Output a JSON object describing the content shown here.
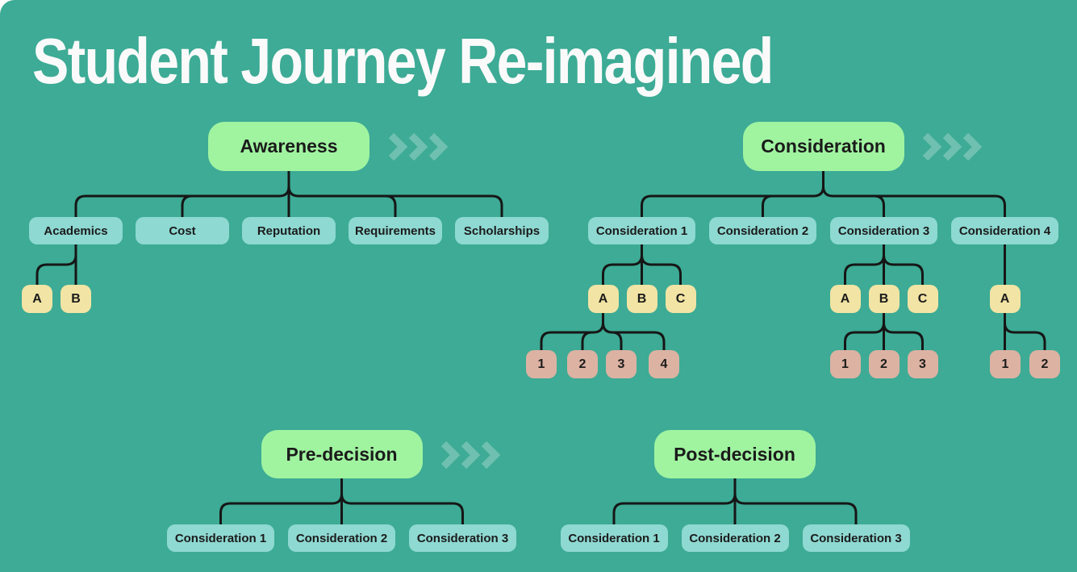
{
  "title": "Student Journey Re-imagined",
  "colors": {
    "background": "#3dab95",
    "phase_green": "#a0f4a0",
    "branch_teal": "#8ed9d2",
    "leaf_yellow": "#f2e4a4",
    "leaf_pink": "#dcb2a2",
    "line": "#161616",
    "chevron": "rgba(255,255,255,0.26)",
    "title_text": "#fafafa",
    "box_text": "#1b1b1b"
  },
  "phases": {
    "awareness": {
      "label": "Awareness",
      "children": [
        {
          "label": "Academics",
          "children": [
            {
              "label": "A"
            },
            {
              "label": "B"
            }
          ]
        },
        {
          "label": "Cost"
        },
        {
          "label": "Reputation"
        },
        {
          "label": "Requirements"
        },
        {
          "label": "Scholarships"
        }
      ]
    },
    "consideration": {
      "label": "Consideration",
      "children": [
        {
          "label": "Consideration 1",
          "children": [
            {
              "label": "A",
              "children": [
                {
                  "label": "1"
                },
                {
                  "label": "2"
                },
                {
                  "label": "3"
                },
                {
                  "label": "4"
                }
              ]
            },
            {
              "label": "B"
            },
            {
              "label": "C"
            }
          ]
        },
        {
          "label": "Consideration 2"
        },
        {
          "label": "Consideration 3",
          "children": [
            {
              "label": "A"
            },
            {
              "label": "B",
              "children": [
                {
                  "label": "1"
                },
                {
                  "label": "2"
                },
                {
                  "label": "3"
                }
              ]
            },
            {
              "label": "C"
            }
          ]
        },
        {
          "label": "Consideration 4",
          "children": [
            {
              "label": "A",
              "children": [
                {
                  "label": "1"
                },
                {
                  "label": "2"
                }
              ]
            }
          ]
        }
      ]
    },
    "pre_decision": {
      "label": "Pre-decision",
      "children": [
        {
          "label": "Consideration 1"
        },
        {
          "label": "Consideration 2"
        },
        {
          "label": "Consideration 3"
        }
      ]
    },
    "post_decision": {
      "label": "Post-decision",
      "children": [
        {
          "label": "Consideration 1"
        },
        {
          "label": "Consideration 2"
        },
        {
          "label": "Consideration 3"
        }
      ]
    }
  }
}
